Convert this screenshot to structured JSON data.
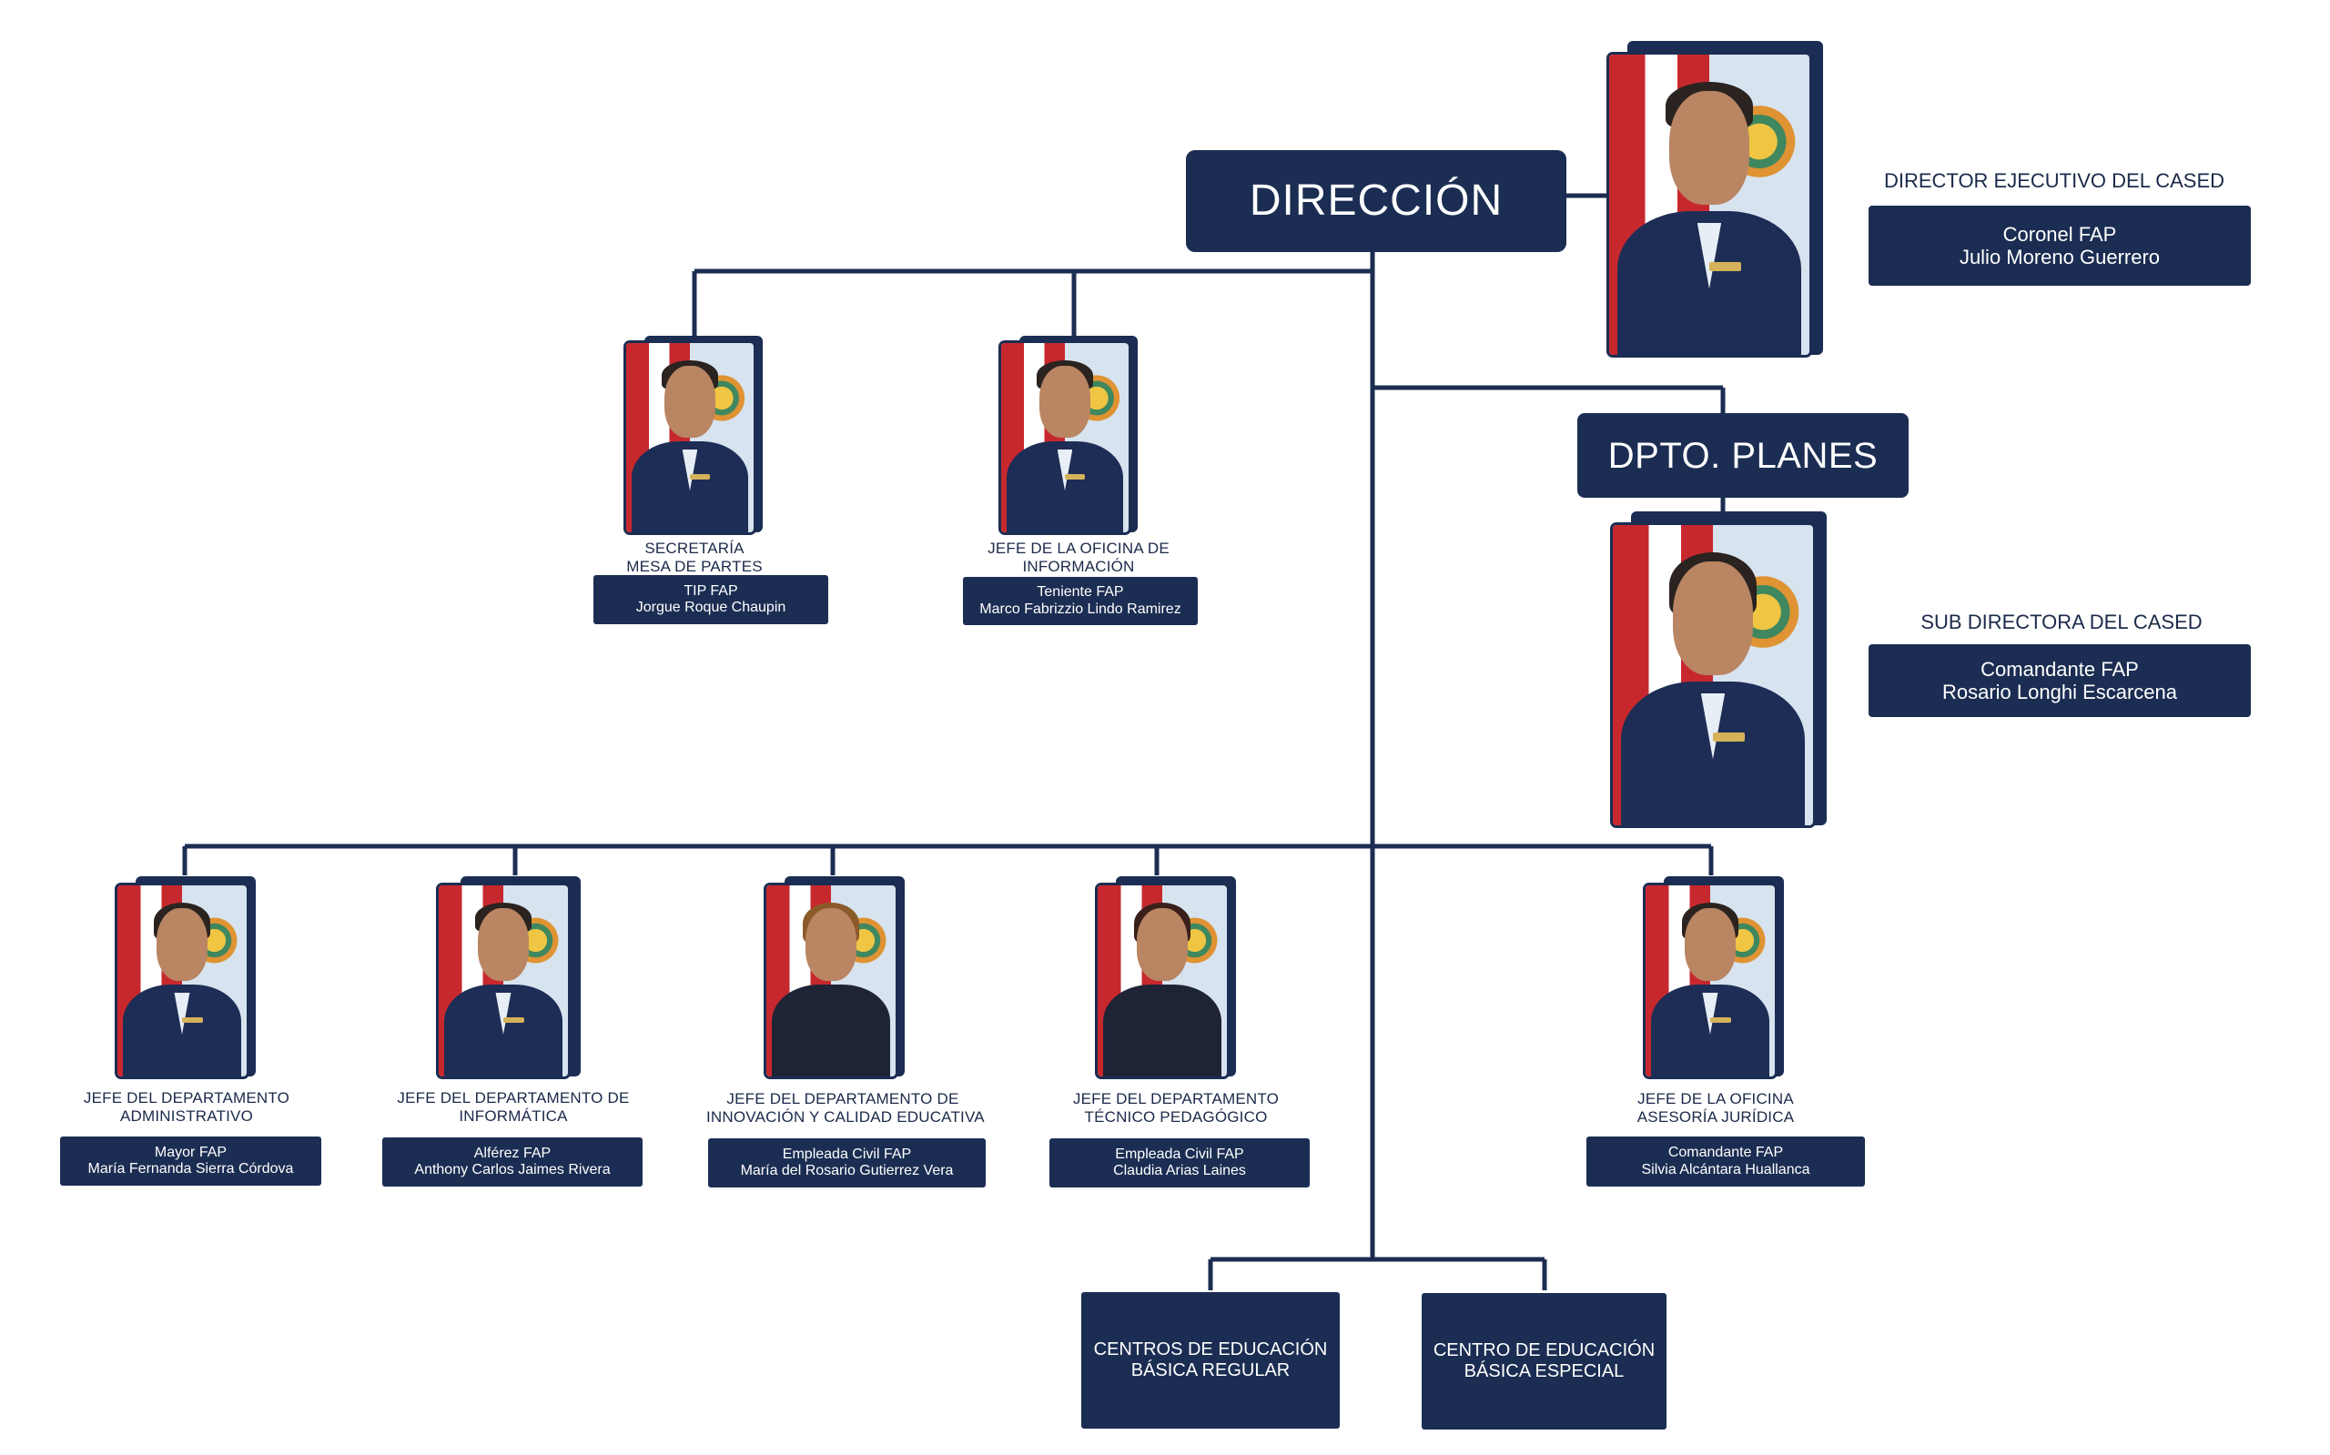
{
  "direccion": {
    "label": "DIRECCIÓN",
    "title": "DIRECTOR EJECUTIVO DEL CASED",
    "rank": "Coronel FAP",
    "name": "Julio Moreno Guerrero"
  },
  "planes": {
    "label": "DPTO. PLANES",
    "title": "SUB DIRECTORA DEL CASED",
    "rank": "Comandante FAP",
    "name": "Rosario Longhi Escarcena"
  },
  "upper_staff": [
    {
      "title_1": "SECRETARÍA",
      "title_2": "MESA DE PARTES",
      "rank": "TIP FAP",
      "name": "Jorgue Roque Chaupin"
    },
    {
      "title_1": "JEFE DE LA OFICINA DE",
      "title_2": "INFORMACIÓN",
      "rank": "Teniente FAP",
      "name": "Marco Fabrizzio Lindo Ramirez"
    }
  ],
  "departments": [
    {
      "title_1": "JEFE DEL DEPARTAMENTO",
      "title_2": "ADMINISTRATIVO",
      "rank": "Mayor FAP",
      "name": "María Fernanda Sierra Córdova"
    },
    {
      "title_1": "JEFE DEL DEPARTAMENTO DE",
      "title_2": "INFORMÁTICA",
      "rank": "Alférez FAP",
      "name": "Anthony Carlos Jaimes Rivera"
    },
    {
      "title_1": "JEFE DEL DEPARTAMENTO DE",
      "title_2": "INNOVACIÓN Y CALIDAD EDUCATIVA",
      "rank": "Empleada Civil FAP",
      "name": "María del Rosario Gutierrez Vera"
    },
    {
      "title_1": "JEFE DEL DEPARTAMENTO",
      "title_2": "TÉCNICO PEDAGÓGICO",
      "rank": "Empleada Civil FAP",
      "name": "Claudia Arias Laines"
    },
    {
      "title_1": "JEFE DE LA OFICINA",
      "title_2": "ASESORÍA JURÍDICA",
      "rank": "Comandante FAP",
      "name": "Silvia Alcántara Huallanca"
    }
  ],
  "centers": [
    {
      "line_1": "CENTROS DE EDUCACIÓN",
      "line_2": "BÁSICA REGULAR"
    },
    {
      "line_1": "CENTRO DE EDUCACIÓN",
      "line_2": "BÁSICA ESPECIAL"
    }
  ],
  "colors": {
    "navy": "#1b2d52",
    "flag_red": "#c7282e"
  }
}
